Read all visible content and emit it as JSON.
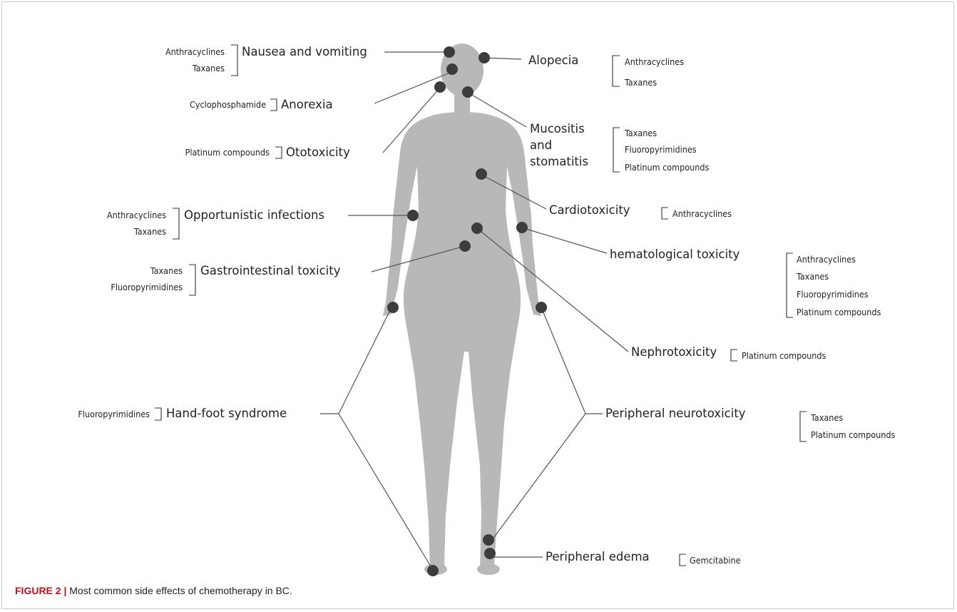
{
  "caption": {
    "label": "FIGURE 2 |",
    "text": "Most common side effects of chemotherapy in BC."
  },
  "effects": {
    "nausea": {
      "label": "Nausea and vomiting",
      "drugs": [
        "Anthracyclines",
        "Taxanes"
      ]
    },
    "anorexia": {
      "label": "Anorexia",
      "drugs": [
        "Cyclophosphamide"
      ]
    },
    "ototoxicity": {
      "label": "Ototoxicity",
      "drugs": [
        "Platinum compounds"
      ]
    },
    "infections": {
      "label": "Opportunistic infections",
      "drugs": [
        "Anthracyclines",
        "Taxanes"
      ]
    },
    "gi": {
      "label": "Gastrointestinal toxicity",
      "drugs": [
        "Taxanes",
        "Fluoropyrimidines"
      ]
    },
    "handfoot": {
      "label": "Hand-foot syndrome",
      "drugs": [
        "Fluoropyrimidines"
      ]
    },
    "alopecia": {
      "label": "Alopecia",
      "drugs": [
        "Anthracyclines",
        "Taxanes"
      ]
    },
    "mucositis": {
      "label_lines": [
        "Mucositis",
        "and",
        "stomatitis"
      ],
      "drugs": [
        "Taxanes",
        "Fluoropyrimidines",
        "Platinum compounds"
      ]
    },
    "cardio": {
      "label": "Cardiotoxicity",
      "drugs": [
        "Anthracyclines"
      ]
    },
    "hemato": {
      "label": "hematological toxicity",
      "drugs": [
        "Anthracyclines",
        "Taxanes",
        "Fluoropyrimidines",
        "Platinum compounds"
      ]
    },
    "nephro": {
      "label": "Nephrotoxicity",
      "drugs": [
        "Platinum compounds"
      ]
    },
    "neuro": {
      "label": "Peripheral neurotoxicity",
      "drugs": [
        "Taxanes",
        "Platinum compounds"
      ]
    },
    "edema": {
      "label": "Peripheral edema",
      "drugs": [
        "Gemcitabine"
      ]
    }
  },
  "colors": {
    "body": "#b8b8b8",
    "marker": "#3c3c3c",
    "caption_label": "#b5121b"
  }
}
